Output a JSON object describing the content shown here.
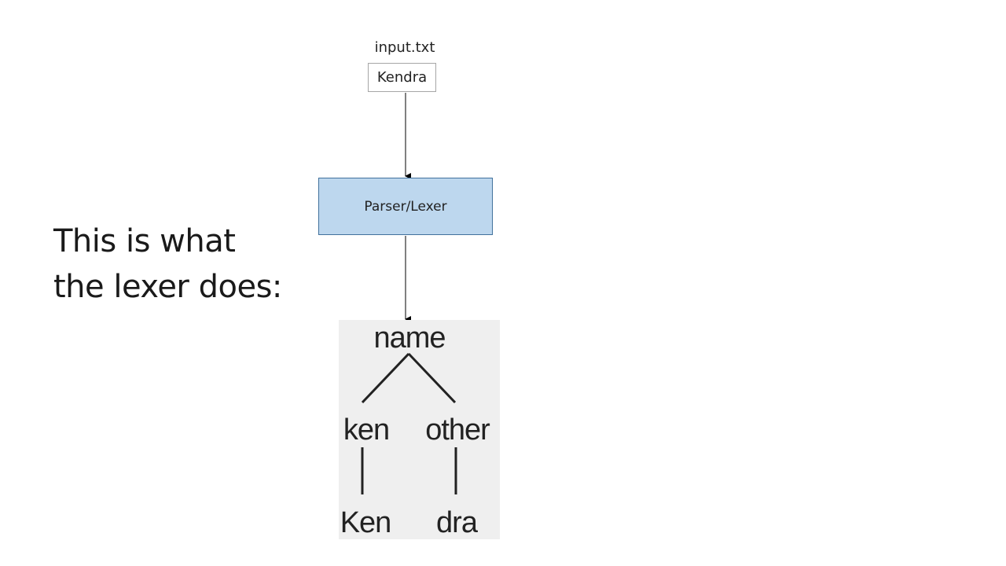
{
  "slide": {
    "text_lines": [
      "This is what",
      "the lexer does:"
    ]
  },
  "diagram": {
    "file_label": "input.txt",
    "input_value": "Kendra",
    "process_label": "Parser/Lexer",
    "tree": {
      "root": "name",
      "left_child": "ken",
      "right_child": "other",
      "left_leaf": "Ken",
      "right_leaf": "dra"
    },
    "colors": {
      "process_fill": "#bdd7ee",
      "process_border": "#41719c",
      "tree_background": "#efefef"
    }
  }
}
